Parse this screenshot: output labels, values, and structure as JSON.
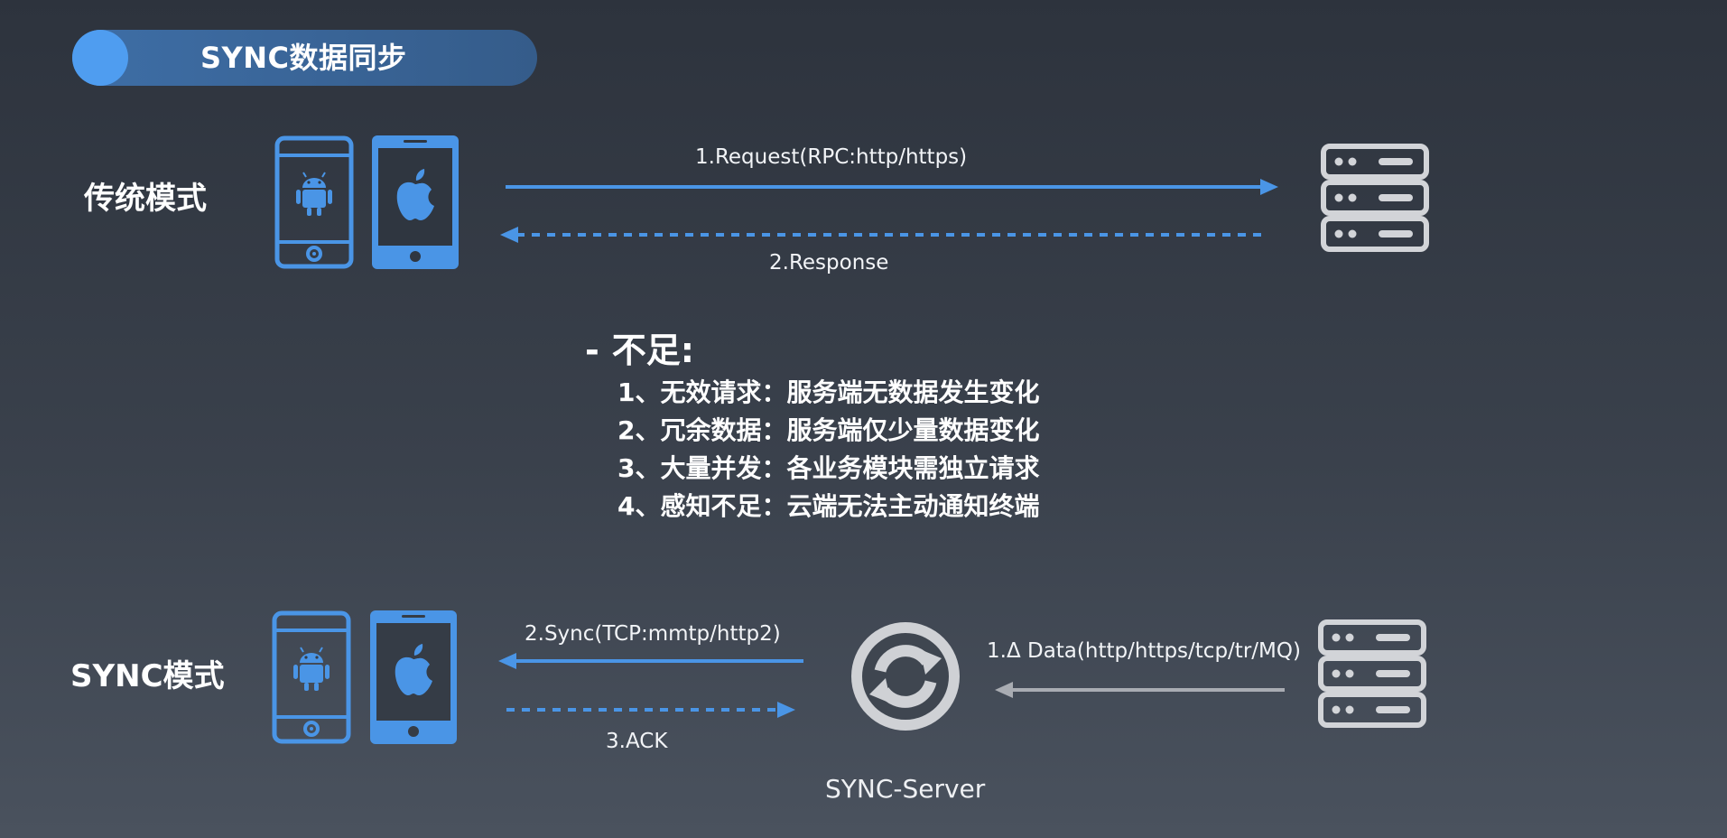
{
  "header": {
    "title": "SYNC数据同步"
  },
  "traditional": {
    "label": "传统模式",
    "request_label": "1.Request(RPC:http/https)",
    "response_label": "2.Response"
  },
  "shortcomings": {
    "heading": "不足:",
    "items": [
      "1、无效请求：服务端无数据发生变化",
      "2、冗余数据：服务端仅少量数据变化",
      "3、大量并发：各业务模块需独立请求",
      "4、感知不足：云端无法主动通知终端"
    ]
  },
  "sync": {
    "label": "SYNC模式",
    "sync_label": "2.Sync(TCP:mmtp/http2)",
    "ack_label": "3.ACK",
    "delta_label": "1.Δ Data(http/https/tcp/tr/MQ)",
    "server_name": "SYNC-Server"
  },
  "colors": {
    "accent_blue": "#4a95e6",
    "server_gray": "#d2d4d8",
    "arrow_gray": "#a9acb2"
  },
  "icons": [
    "android-phone-icon",
    "apple-phone-icon",
    "server-rack-icon",
    "sync-icon"
  ]
}
